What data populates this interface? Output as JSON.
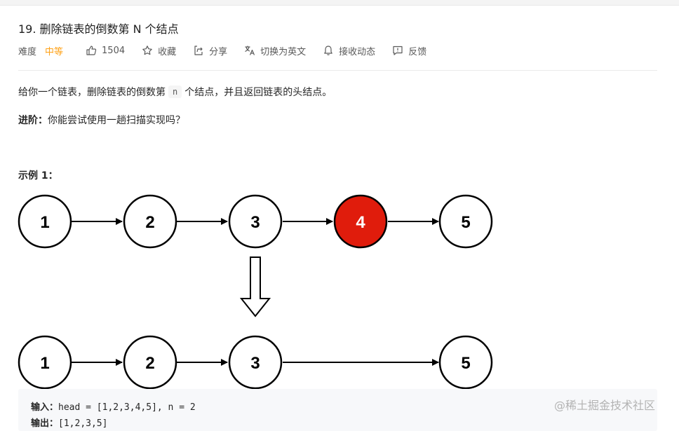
{
  "problem": {
    "title": "19. 删除链表的倒数第 N 个结点",
    "difficulty_label": "难度",
    "difficulty_value": "中等",
    "likes": "1504",
    "favorite": "收藏",
    "share": "分享",
    "translate": "切换为英文",
    "notify": "接收动态",
    "feedback": "反馈"
  },
  "description": {
    "before": "给你一个链表，删除链表的倒数第",
    "code": "n",
    "after": "个结点，并且返回链表的头结点。"
  },
  "advance": {
    "label": "进阶：",
    "text": "你能尝试使用一趟扫描实现吗？"
  },
  "example": {
    "title": "示例 1：",
    "top_nodes": [
      "1",
      "2",
      "3",
      "4",
      "5"
    ],
    "bottom_nodes": [
      "1",
      "2",
      "3",
      "5"
    ],
    "removed_color": "#e01c0c",
    "input_label": "输入：",
    "input_value": "head = [1,2,3,4,5], n = 2",
    "output_label": "输出：",
    "output_value": "[1,2,3,5]"
  },
  "watermark": "@稀土掘金技术社区",
  "colors": {
    "accent": "#ffa116"
  }
}
